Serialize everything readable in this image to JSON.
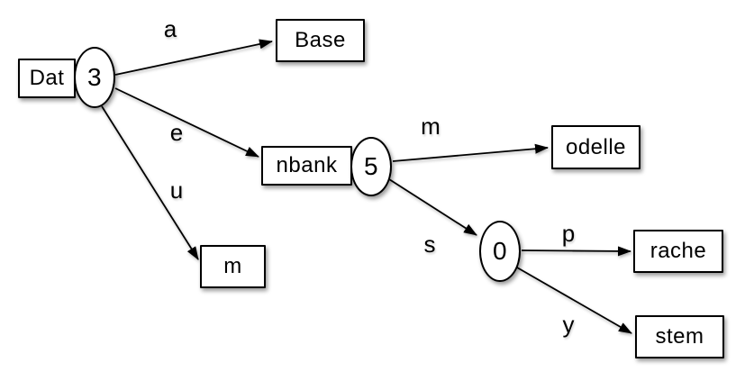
{
  "diagram": {
    "type": "trie-diagram",
    "colors": {
      "node_fill": "#ffffff",
      "node_stroke": "#000000",
      "text": "#000000",
      "background": "#ffffff"
    },
    "nodes": {
      "dat": {
        "label": "Dat",
        "count": "3"
      },
      "base": {
        "label": "Base"
      },
      "nbank": {
        "label": "nbank",
        "count": "5"
      },
      "m": {
        "label": "m"
      },
      "odelle": {
        "label": "odelle"
      },
      "zero": {
        "count": "0"
      },
      "rache": {
        "label": "rache"
      },
      "stem": {
        "label": "stem"
      }
    },
    "edges": [
      {
        "from": "dat",
        "to": "base",
        "label": "a"
      },
      {
        "from": "dat",
        "to": "nbank",
        "label": "e"
      },
      {
        "from": "dat",
        "to": "m",
        "label": "u"
      },
      {
        "from": "nbank",
        "to": "odelle",
        "label": "m"
      },
      {
        "from": "nbank",
        "to": "zero",
        "label": "s"
      },
      {
        "from": "zero",
        "to": "rache",
        "label": "p"
      },
      {
        "from": "zero",
        "to": "stem",
        "label": "y"
      }
    ]
  }
}
